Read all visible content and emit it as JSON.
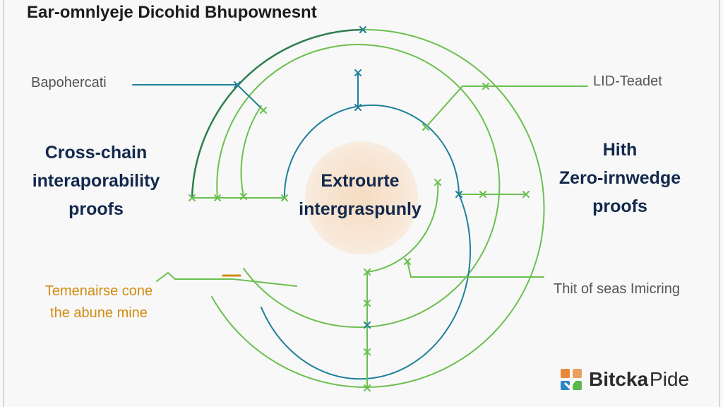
{
  "title": "Ear-omnlyeje Dicohid Bhupownesnt",
  "labels": {
    "top_left": "Bapohercati",
    "top_right": "LID-Teadet",
    "left_main": [
      "Cross-chain",
      "interaporability",
      "proofs"
    ],
    "right_main": [
      "Hith",
      "Zero-irnwedge",
      "proofs"
    ],
    "center": [
      "Extrourte",
      "intergraspunly"
    ],
    "bottom_left": [
      "Temenairse cone",
      "the abune mine"
    ],
    "bottom_right": "Thit of seas Imicring"
  },
  "logo": {
    "name_bold": "Bitcka",
    "name_light": "Pide"
  },
  "colors": {
    "green": "#6cbf4f",
    "teal": "#1f7f9a",
    "dark_green": "#2e7d4f",
    "navy": "#13284d",
    "orange": "#d38b12"
  }
}
